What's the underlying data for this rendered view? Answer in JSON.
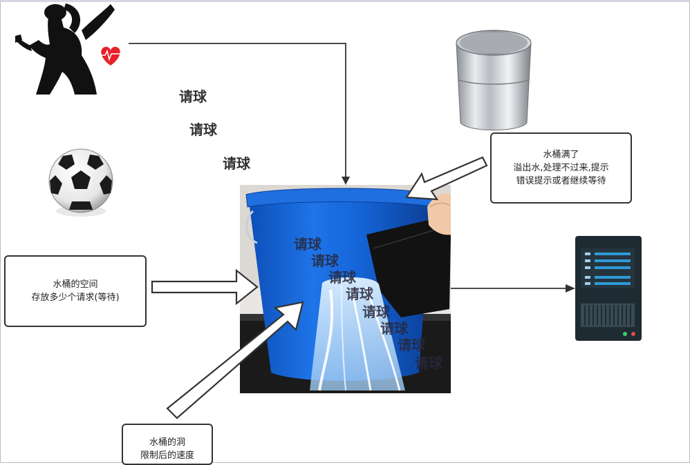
{
  "flow_labels": [
    "请球",
    "请球",
    "请球"
  ],
  "bucket_labels": [
    "请球",
    "请球",
    "请球",
    "请球",
    "请球",
    "请球",
    "请球",
    "请球"
  ],
  "overflow_note": {
    "line1": "水桶满了",
    "line2": "溢出水,处理不过来,提示",
    "line3": "错误提示或者继续等待"
  },
  "capacity_note": {
    "line1": "水桶的空间",
    "line2": "存放多少个请求(等待)"
  },
  "hole_note": {
    "line1": "水桶的洞",
    "line2": "限制后的速度"
  },
  "colors": {
    "bucket_blue": "#1565d8",
    "heart_red": "#e8202a",
    "server_dark": "#1f2b33",
    "server_accent": "#2e9bd6"
  },
  "icons": [
    "woman-silhouette-icon",
    "heart-icon",
    "soccer-ball-icon",
    "metal-bucket-icon",
    "server-icon"
  ]
}
